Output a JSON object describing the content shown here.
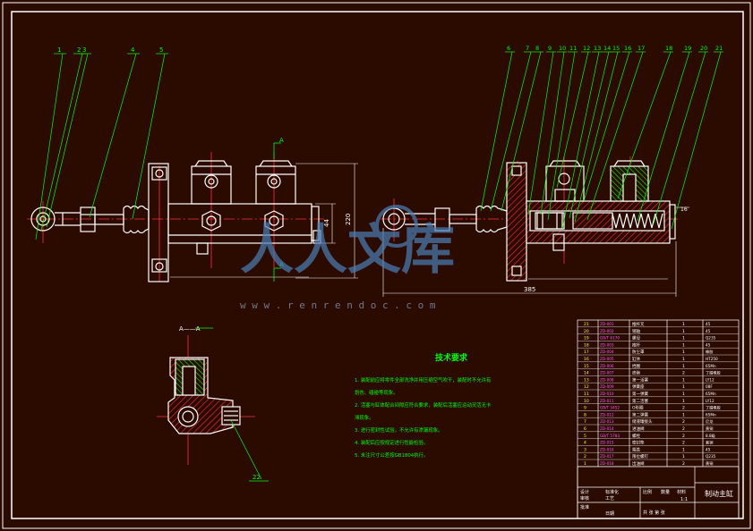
{
  "drawing": {
    "title": "制动主缸",
    "watermark_text": "人人文库",
    "watermark_url": "w w w . r e n r e n d o c . c o m",
    "section_label": "A",
    "section_label_view": "A——A",
    "tech_title": "技术要求",
    "tech_notes": [
      "1. 装配前应将零件全部洗净并用压缩空气吹干，装配时不允许有",
      "   划伤、磕碰等现象。",
      "2. 活塞与缸体配合间隙应符合要求，装配后活塞应运动灵活无卡",
      "   滞现象。",
      "3. 进行密封性试验，不允许有渗漏现象。",
      "4. 装配后应按规定进行性能检验。",
      "5. 未注尺寸公差按GB1804执行。"
    ],
    "dims": {
      "overall_length": "385",
      "height": "220",
      "small": "44",
      "pin": "16",
      "diameter": "φ"
    },
    "balloons_left": [
      "1",
      "2",
      "3",
      "4",
      "5"
    ],
    "balloons_right": [
      "6",
      "7",
      "8",
      "9",
      "10",
      "11",
      "12",
      "13",
      "14",
      "15",
      "16",
      "17",
      "18",
      "19",
      "20",
      "21"
    ],
    "balloon_section": "22"
  },
  "title_block": {
    "name": "制动主缸",
    "scale": "1:1",
    "labels": {
      "scale_label": "比例",
      "qty_label": "数量",
      "mat_label": "材料",
      "sheet_label": "共 张 第 张",
      "designer": "设计",
      "checker": "审核",
      "approver": "批准",
      "std": "标准化",
      "process": "工艺",
      "date": "日期"
    }
  },
  "bom": [
    {
      "code": "ZD-001",
      "name": "推杆叉",
      "qty": "1",
      "mat": "45"
    },
    {
      "code": "ZD-002",
      "name": "销轴",
      "qty": "1",
      "mat": "45"
    },
    {
      "code": "GB/T 6170",
      "name": "螺母",
      "qty": "1",
      "mat": "Q235"
    },
    {
      "code": "ZD-003",
      "name": "推杆",
      "qty": "1",
      "mat": "45"
    },
    {
      "code": "ZD-004",
      "name": "防尘罩",
      "qty": "1",
      "mat": "橡胶"
    },
    {
      "code": "ZD-005",
      "name": "缸体",
      "qty": "1",
      "mat": "HT250"
    },
    {
      "code": "ZD-006",
      "name": "挡圈",
      "qty": "1",
      "mat": "65Mn"
    },
    {
      "code": "ZD-007",
      "name": "皮碗",
      "qty": "2",
      "mat": "丁腈橡胶"
    },
    {
      "code": "ZD-008",
      "name": "第一活塞",
      "qty": "1",
      "mat": "LY12"
    },
    {
      "code": "ZD-009",
      "name": "弹簧座",
      "qty": "1",
      "mat": "08F"
    },
    {
      "code": "ZD-010",
      "name": "第一弹簧",
      "qty": "1",
      "mat": "65Mn"
    },
    {
      "code": "ZD-011",
      "name": "第二活塞",
      "qty": "1",
      "mat": "LY12"
    },
    {
      "code": "GB/T 3452",
      "name": "O形圈",
      "qty": "2",
      "mat": "丁腈橡胶"
    },
    {
      "code": "ZD-012",
      "name": "第二弹簧",
      "qty": "1",
      "mat": "65Mn"
    },
    {
      "code": "ZD-013",
      "name": "储液罐接头",
      "qty": "2",
      "mat": "尼龙"
    },
    {
      "code": "ZD-014",
      "name": "进油阀",
      "qty": "2",
      "mat": "黄铜"
    },
    {
      "code": "GB/T 5783",
      "name": "螺栓",
      "qty": "2",
      "mat": "8.8级"
    },
    {
      "code": "ZD-015",
      "name": "密封垫",
      "qty": "2",
      "mat": "紫铜"
    },
    {
      "code": "ZD-016",
      "name": "端盖",
      "qty": "1",
      "mat": "45"
    },
    {
      "code": "ZD-017",
      "name": "限位螺钉",
      "qty": "1",
      "mat": "Q235"
    },
    {
      "code": "ZD-018",
      "name": "出油阀",
      "qty": "2",
      "mat": "黄铜"
    }
  ],
  "colors": {
    "background": "#2b0a00",
    "border": "#ffffff",
    "leader": "#00ff00",
    "centerline": "#ff3030",
    "watermark": "#4a7fb8",
    "hatch": "#ff3030"
  }
}
